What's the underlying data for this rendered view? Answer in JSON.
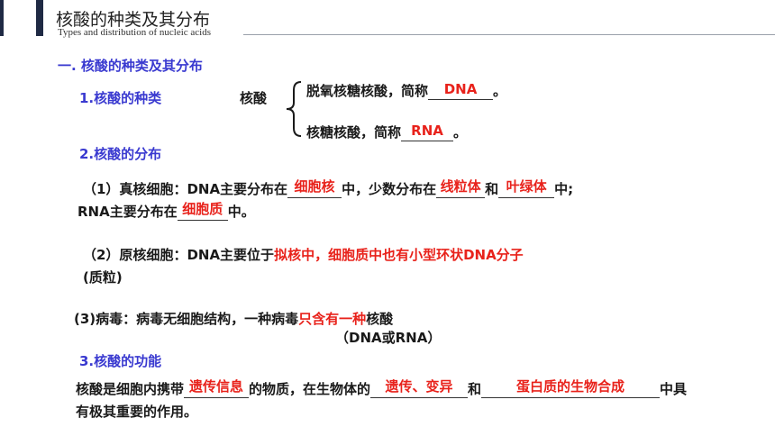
{
  "header": {
    "title_cn": "核酸的种类及其分布",
    "title_en": "Types and distribution of nucleic acids"
  },
  "section1": {
    "heading": "一. 核酸的种类及其分布"
  },
  "types": {
    "heading": "1.核酸的种类",
    "label": "核酸",
    "brace": "{",
    "row1_prefix": "脱氧核糖核酸，简称",
    "row1_answer": "DNA",
    "row1_suffix": "。",
    "row2_prefix": "核糖核酸，简称",
    "row2_answer": "RNA",
    "row2_suffix": "。"
  },
  "distribution": {
    "heading": "2.核酸的分布",
    "euk_prefix": "（1）真核细胞：DNA主要分布在",
    "euk_ans1": "细胞核",
    "euk_mid1": "中，少数分布在",
    "euk_ans2": "线粒体",
    "euk_mid2": "和",
    "euk_ans3": "叶绿体",
    "euk_suffix": "中;",
    "rna_prefix": "RNA主要分布在",
    "rna_ans": "细胞质",
    "rna_suffix": "中。",
    "pro_prefix": "（2）原核细胞：DNA主要位于",
    "pro_answer": "拟核中，细胞质中也有小型环状DNA分子",
    "pro_answer2": "(质粒)",
    "virus_prefix": "(3)病毒：病毒无细胞结构，一种病毒",
    "virus_answer": "只含有一种",
    "virus_suffix": "核酸",
    "virus_note": "（DNA或RNA）"
  },
  "function": {
    "heading": "3.核酸的功能",
    "p1": "核酸是细胞内携带",
    "ans1": "遗传信息",
    "p2": "的物质，在生物体的",
    "ans2": "遗传、变异",
    "p3": "和",
    "ans3": "蛋白质的生物合成",
    "p4": "中具",
    "line2": "有极其重要的作用。"
  }
}
